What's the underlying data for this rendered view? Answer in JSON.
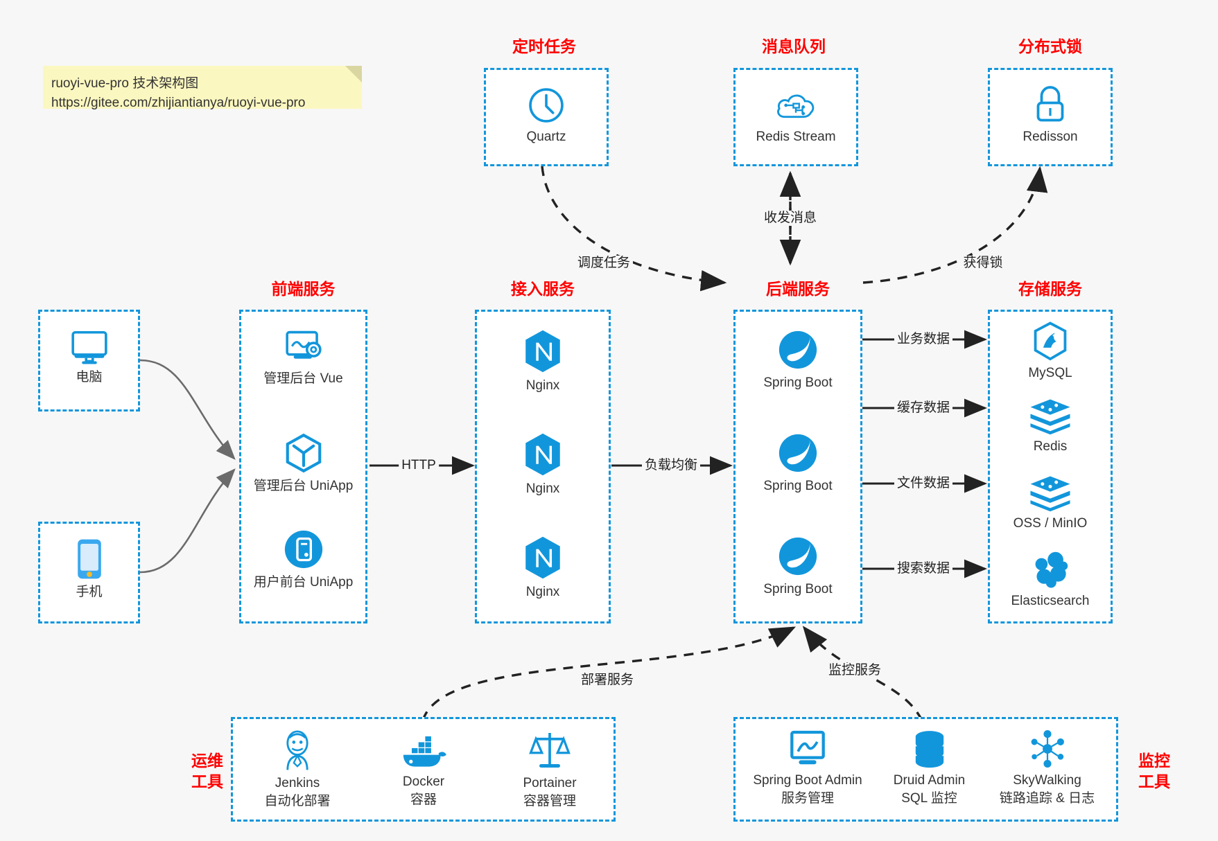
{
  "note": {
    "line1": "ruoyi-vue-pro 技术架构图",
    "line2": "https://gitee.com/zhijiantianya/ruoyi-vue-pro"
  },
  "colors": {
    "accent": "#1296db",
    "title": "#ff0000",
    "background": "#f7f7f7",
    "box_fill": "#ffffff",
    "edge": "#222222",
    "note_fill": "#fbf7c0"
  },
  "groups": {
    "scheduled_task": {
      "title": "定时任务",
      "nodes": [
        {
          "label": "Quartz",
          "icon": "clock-icon"
        }
      ]
    },
    "message_queue": {
      "title": "消息队列",
      "nodes": [
        {
          "label": "Redis Stream",
          "icon": "cloud-network-icon"
        }
      ]
    },
    "distributed_lock": {
      "title": "分布式锁",
      "nodes": [
        {
          "label": "Redisson",
          "icon": "lock-icon"
        }
      ]
    },
    "client_pc": {
      "title": "",
      "nodes": [
        {
          "label": "电脑",
          "icon": "desktop-monitor-icon"
        }
      ]
    },
    "client_mobile": {
      "title": "",
      "nodes": [
        {
          "label": "手机",
          "icon": "smartphone-icon"
        }
      ]
    },
    "frontend": {
      "title": "前端服务",
      "nodes": [
        {
          "label": "管理后台 Vue",
          "icon": "dashboard-gear-icon"
        },
        {
          "label": "管理后台 UniApp",
          "icon": "hexagon-cube-icon"
        },
        {
          "label": "用户前台 UniApp",
          "icon": "mobile-app-circle-icon"
        }
      ]
    },
    "gateway": {
      "title": "接入服务",
      "nodes": [
        {
          "label": "Nginx",
          "icon": "nginx-icon"
        },
        {
          "label": "Nginx",
          "icon": "nginx-icon"
        },
        {
          "label": "Nginx",
          "icon": "nginx-icon"
        }
      ]
    },
    "backend": {
      "title": "后端服务",
      "nodes": [
        {
          "label": "Spring Boot",
          "icon": "spring-boot-leaf-icon"
        },
        {
          "label": "Spring Boot",
          "icon": "spring-boot-leaf-icon"
        },
        {
          "label": "Spring Boot",
          "icon": "spring-boot-leaf-icon"
        }
      ]
    },
    "storage": {
      "title": "存储服务",
      "nodes": [
        {
          "label": "MySQL",
          "icon": "mysql-dolphin-icon"
        },
        {
          "label": "Redis",
          "icon": "redis-stack-icon"
        },
        {
          "label": "OSS / MinIO",
          "icon": "redis-stack-icon"
        },
        {
          "label": "Elasticsearch",
          "icon": "elasticsearch-icon"
        }
      ]
    },
    "devops": {
      "title": "运维\n工具",
      "title_lines": [
        "运维",
        "工具"
      ],
      "nodes": [
        {
          "label": "Jenkins",
          "sub": "自动化部署",
          "icon": "jenkins-butler-icon"
        },
        {
          "label": "Docker",
          "sub": "容器",
          "icon": "docker-whale-icon"
        },
        {
          "label": "Portainer",
          "sub": "容器管理",
          "icon": "scales-icon"
        }
      ]
    },
    "monitoring": {
      "title_lines": [
        "监控",
        "工具"
      ],
      "nodes": [
        {
          "label": "Spring Boot Admin",
          "sub": "服务管理",
          "icon": "monitor-chart-icon"
        },
        {
          "label": "Druid Admin",
          "sub": "SQL 监控",
          "icon": "database-cylinder-icon"
        },
        {
          "label": "SkyWalking",
          "sub": "链路追踪 & 日志",
          "icon": "skywalking-node-icon"
        }
      ]
    }
  },
  "edges": [
    {
      "name": "schedule-task",
      "label": "调度任务"
    },
    {
      "name": "send-receive-message",
      "label": "收发消息"
    },
    {
      "name": "acquire-lock",
      "label": "获得锁"
    },
    {
      "name": "http",
      "label": "HTTP"
    },
    {
      "name": "load-balance",
      "label": "负载均衡"
    },
    {
      "name": "business-data",
      "label": "业务数据"
    },
    {
      "name": "cache-data",
      "label": "缓存数据"
    },
    {
      "name": "file-data",
      "label": "文件数据"
    },
    {
      "name": "search-data",
      "label": "搜索数据"
    },
    {
      "name": "deploy-service",
      "label": "部署服务"
    },
    {
      "name": "monitor-service",
      "label": "监控服务"
    }
  ]
}
